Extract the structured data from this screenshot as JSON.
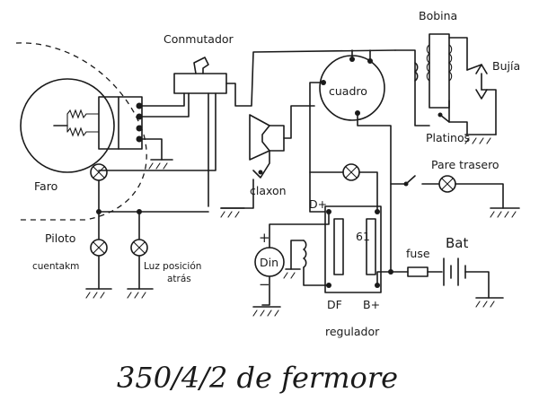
{
  "labels": {
    "faro": "Faro",
    "conmutador": "Conmutador",
    "bobina": "Bobina",
    "bujia": "Bujía",
    "cuadro": "cuadro",
    "platinos": "Platinos",
    "claxon": "claxon",
    "pare_trasero": "Pare trasero",
    "piloto_line1": "Piloto",
    "piloto_line2": "cuentakm",
    "luz_line1": "Luz posición",
    "luz_line2": "atrás",
    "din": "Din",
    "dplus": "D+",
    "sixtyone": "61",
    "df": "DF",
    "bplus": "B+",
    "regulador": "regulador",
    "fuse": "fuse",
    "bat": "Bat",
    "plus": "+",
    "minus": "−"
  },
  "caption": "350/4/2 de fermore"
}
